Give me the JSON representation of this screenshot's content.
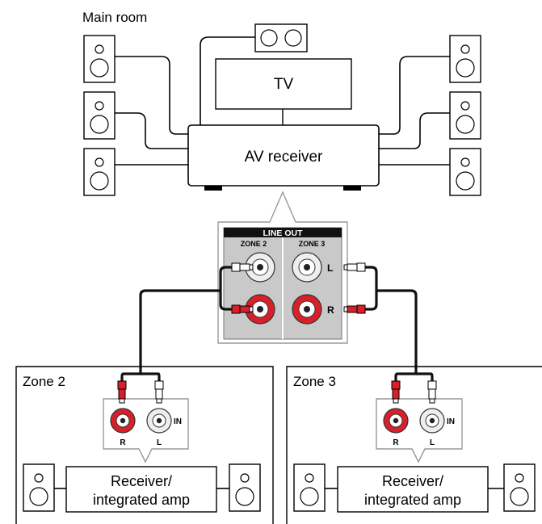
{
  "main_room": {
    "label": "Main room",
    "tv_label": "TV",
    "receiver_label": "AV receiver"
  },
  "line_out": {
    "title": "LINE OUT",
    "zone2": "ZONE 2",
    "zone3": "ZONE 3",
    "left_mark": "L",
    "right_mark": "R"
  },
  "zones": [
    {
      "label": "Zone 2",
      "device_line1": "Receiver/",
      "device_line2": "integrated amp",
      "in_label": "IN",
      "r_label": "R",
      "l_label": "L"
    },
    {
      "label": "Zone 3",
      "device_line1": "Receiver/",
      "device_line2": "integrated amp",
      "in_label": "IN",
      "r_label": "R",
      "l_label": "L"
    }
  ],
  "colors": {
    "right_channel": "#d9202a",
    "left_channel": "#ffffff",
    "panel": "#c9c9c9",
    "callout_border": "#999999"
  }
}
